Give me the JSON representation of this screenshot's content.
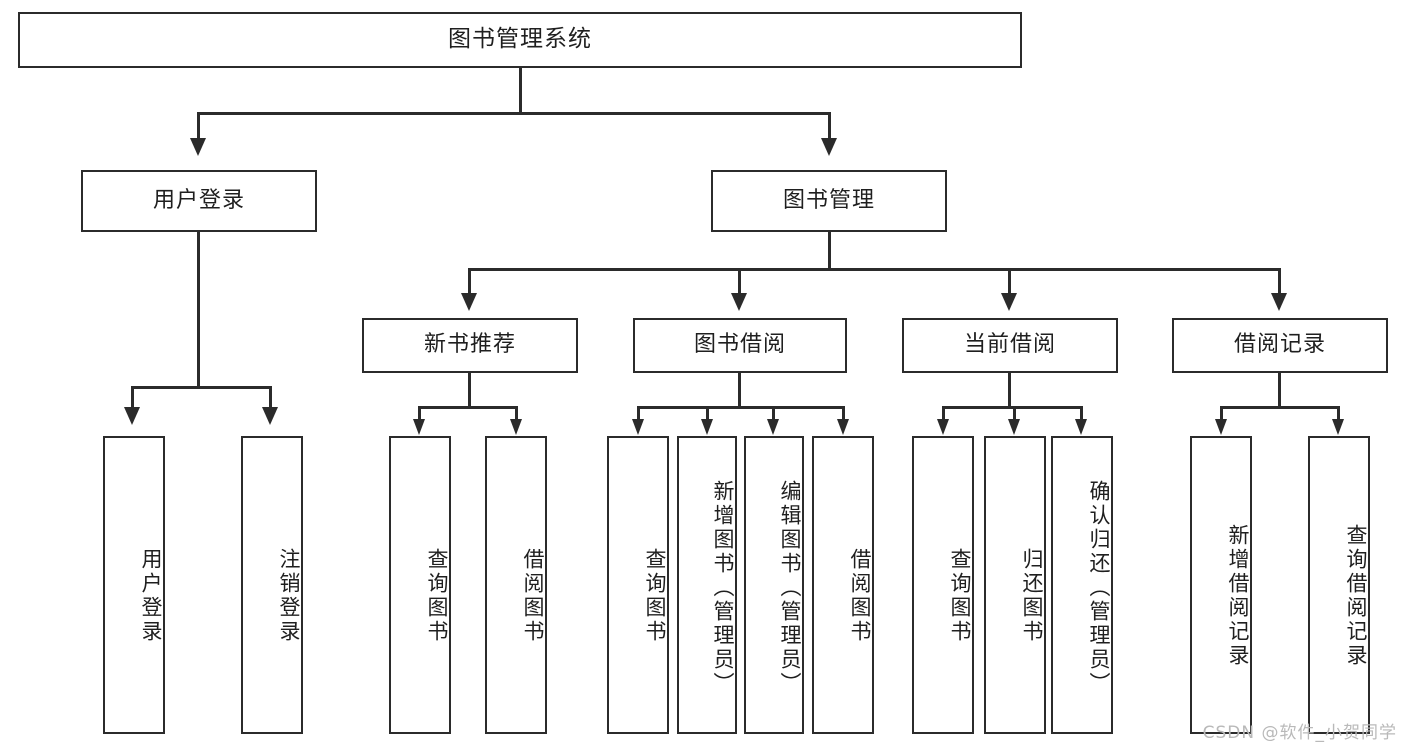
{
  "diagram": {
    "type": "tree",
    "title": "图书管理系统",
    "watermark": "CSDN @软件_小贺同学",
    "levels": {
      "root": {
        "label": "图书管理系统"
      },
      "level2": [
        {
          "id": "user-login",
          "label": "用户登录"
        },
        {
          "id": "book-manage",
          "label": "图书管理"
        }
      ],
      "level3": [
        {
          "id": "new-book-recommend",
          "label": "新书推荐"
        },
        {
          "id": "book-borrow",
          "label": "图书借阅"
        },
        {
          "id": "current-borrow",
          "label": "当前借阅"
        },
        {
          "id": "borrow-record",
          "label": "借阅记录"
        }
      ],
      "leaves": {
        "user-login": [
          {
            "id": "leaf-user-login",
            "label": "用户登录"
          },
          {
            "id": "leaf-user-logout",
            "label": "注销登录"
          }
        ],
        "new-book-recommend": [
          {
            "id": "leaf-query-book-1",
            "label": "查询图书"
          },
          {
            "id": "leaf-borrow-book-1",
            "label": "借阅图书"
          }
        ],
        "book-borrow": [
          {
            "id": "leaf-query-book-2",
            "label": "查询图书"
          },
          {
            "id": "leaf-add-book",
            "label": "新增图书（管理员）"
          },
          {
            "id": "leaf-edit-book",
            "label": "编辑图书（管理员）"
          },
          {
            "id": "leaf-borrow-book-2",
            "label": "借阅图书"
          }
        ],
        "current-borrow": [
          {
            "id": "leaf-query-book-3",
            "label": "查询图书"
          },
          {
            "id": "leaf-return-book",
            "label": "归还图书"
          },
          {
            "id": "leaf-confirm-return",
            "label": "确认归还（管理员）"
          }
        ],
        "borrow-record": [
          {
            "id": "leaf-add-record",
            "label": "新增借阅记录"
          },
          {
            "id": "leaf-query-record",
            "label": "查询借阅记录"
          }
        ]
      }
    },
    "colors": {
      "stroke": "#2b2b2b",
      "fill": "#ffffff",
      "text": "#1f1f1f",
      "watermark": "#b9b9b9"
    }
  }
}
